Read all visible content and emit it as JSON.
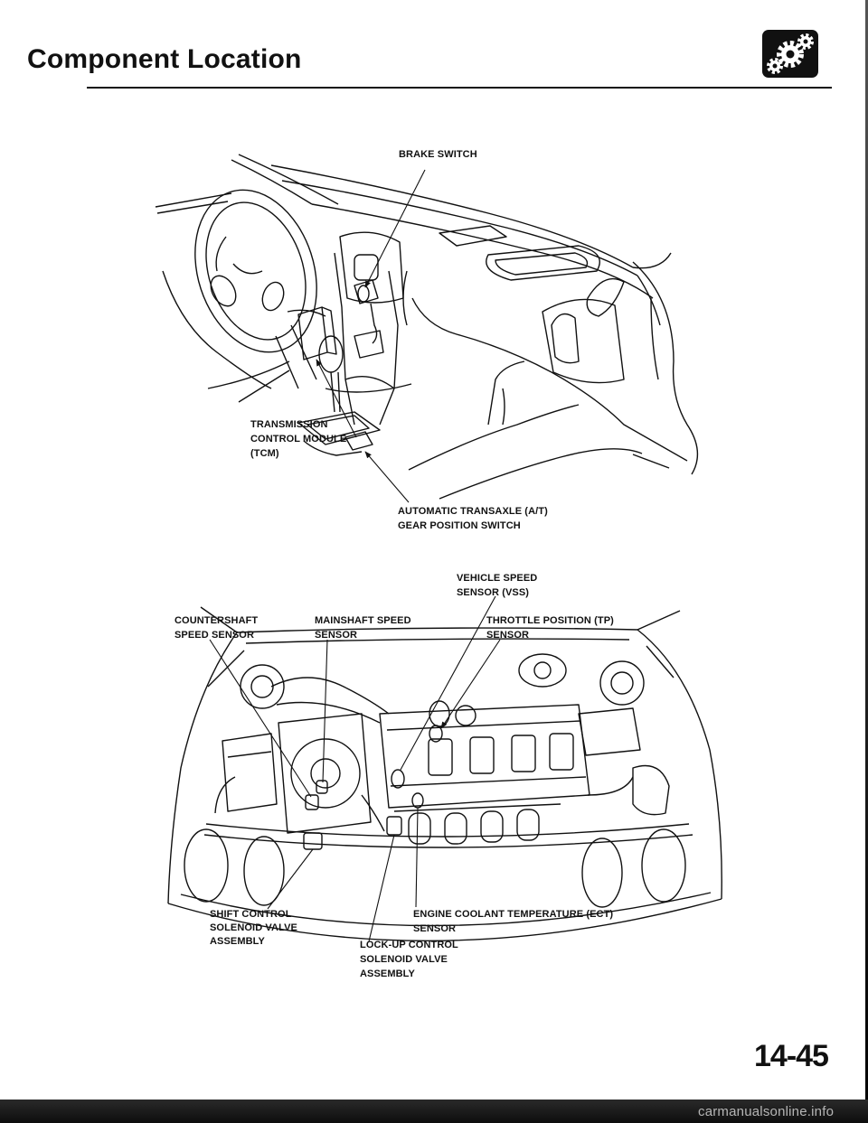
{
  "header": {
    "title": "Component Location",
    "icon": "transmission-gears-icon"
  },
  "figure_dashboard": {
    "brake_switch": [
      "BRAKE SWITCH"
    ],
    "tcm": [
      "TRANSMISSION",
      "CONTROL MODULE",
      "(TCM)"
    ],
    "gear_position_switch": [
      "AUTOMATIC TRANSAXLE (A/T)",
      "GEAR POSITION SWITCH"
    ]
  },
  "figure_engine": {
    "vss": [
      "VEHICLE SPEED",
      "SENSOR (VSS)"
    ],
    "countershaft": [
      "COUNTERSHAFT",
      "SPEED SENSOR"
    ],
    "mainshaft": [
      "MAINSHAFT SPEED",
      "SENSOR"
    ],
    "tp": [
      "THROTTLE POSITION (TP)",
      "SENSOR"
    ],
    "shift_control": [
      "SHIFT CONTROL",
      "SOLENOID VALVE",
      "ASSEMBLY"
    ],
    "ect": [
      "ENGINE COOLANT TEMPERATURE (ECT)",
      "SENSOR"
    ],
    "lockup": [
      "LOCK-UP CONTROL",
      "SOLENOID VALVE",
      "ASSEMBLY"
    ]
  },
  "footer": {
    "page_number": "14-45",
    "watermark": "carmanualsonline.info"
  },
  "colors": {
    "ink": "#111111",
    "paper": "#ffffff"
  }
}
